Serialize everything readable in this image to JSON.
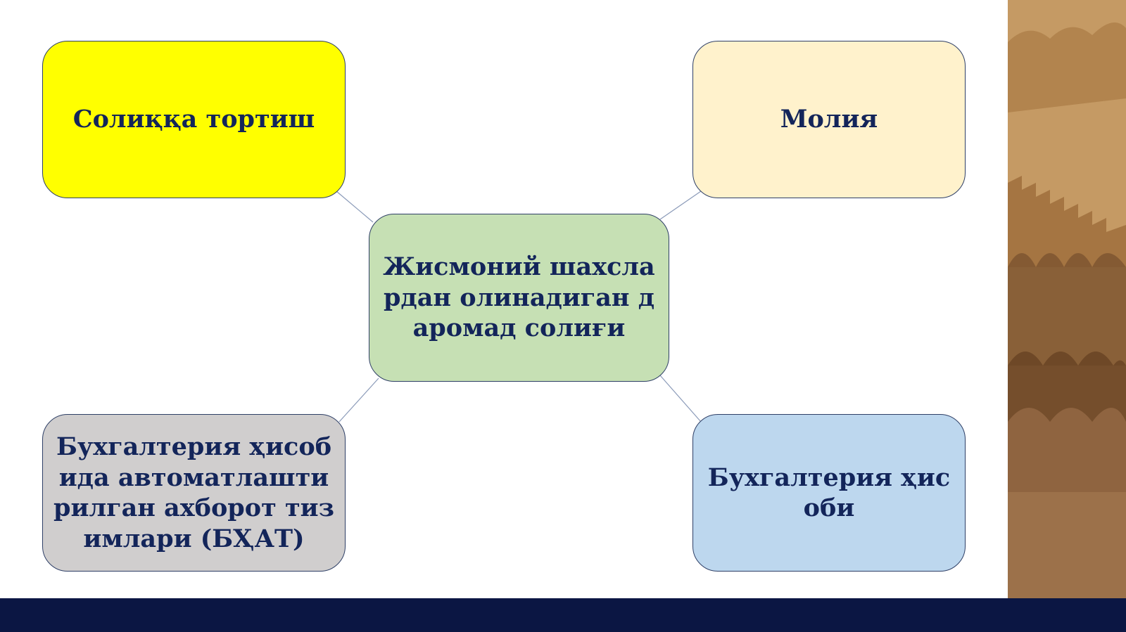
{
  "diagram": {
    "center": {
      "label": "Жисмоний шахслардан олинадиган даромад солиғи",
      "color": "#c6e0b4"
    },
    "nodes": [
      {
        "id": "top-left",
        "label": "Солиққа тортиш",
        "color": "#ffff00"
      },
      {
        "id": "top-right",
        "label": "Молия",
        "color": "#fff2cc"
      },
      {
        "id": "bottom-left",
        "label": "Бухгалтерия ҳисобида автоматлаштирилган ахборот тизимлари (БҲАТ)",
        "color": "#d0cece"
      },
      {
        "id": "bottom-right",
        "label": "Бухгалтерия ҳисоби",
        "color": "#bdd7ee"
      }
    ]
  },
  "decor": {
    "right_image": "fortress-wall-photo",
    "footer_color": "#0b1643"
  }
}
